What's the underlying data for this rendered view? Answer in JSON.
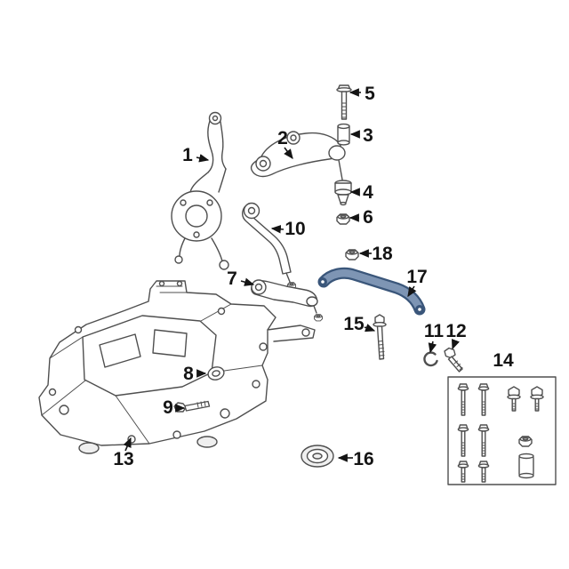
{
  "diagram": {
    "colors": {
      "background": "#ffffff",
      "line": "#4f4f4f",
      "label": "#141414",
      "highlight": "#7e95b4",
      "highlight_outline": "#3a567a"
    },
    "labels": {
      "p1": "1",
      "p2": "2",
      "p3": "3",
      "p4": "4",
      "p5": "5",
      "p6": "6",
      "p7": "7",
      "p8": "8",
      "p9": "9",
      "p10": "10",
      "p11": "11",
      "p12": "12",
      "p13": "13",
      "p14": "14",
      "p15": "15",
      "p16": "16",
      "p17": "17",
      "p18": "18"
    }
  }
}
